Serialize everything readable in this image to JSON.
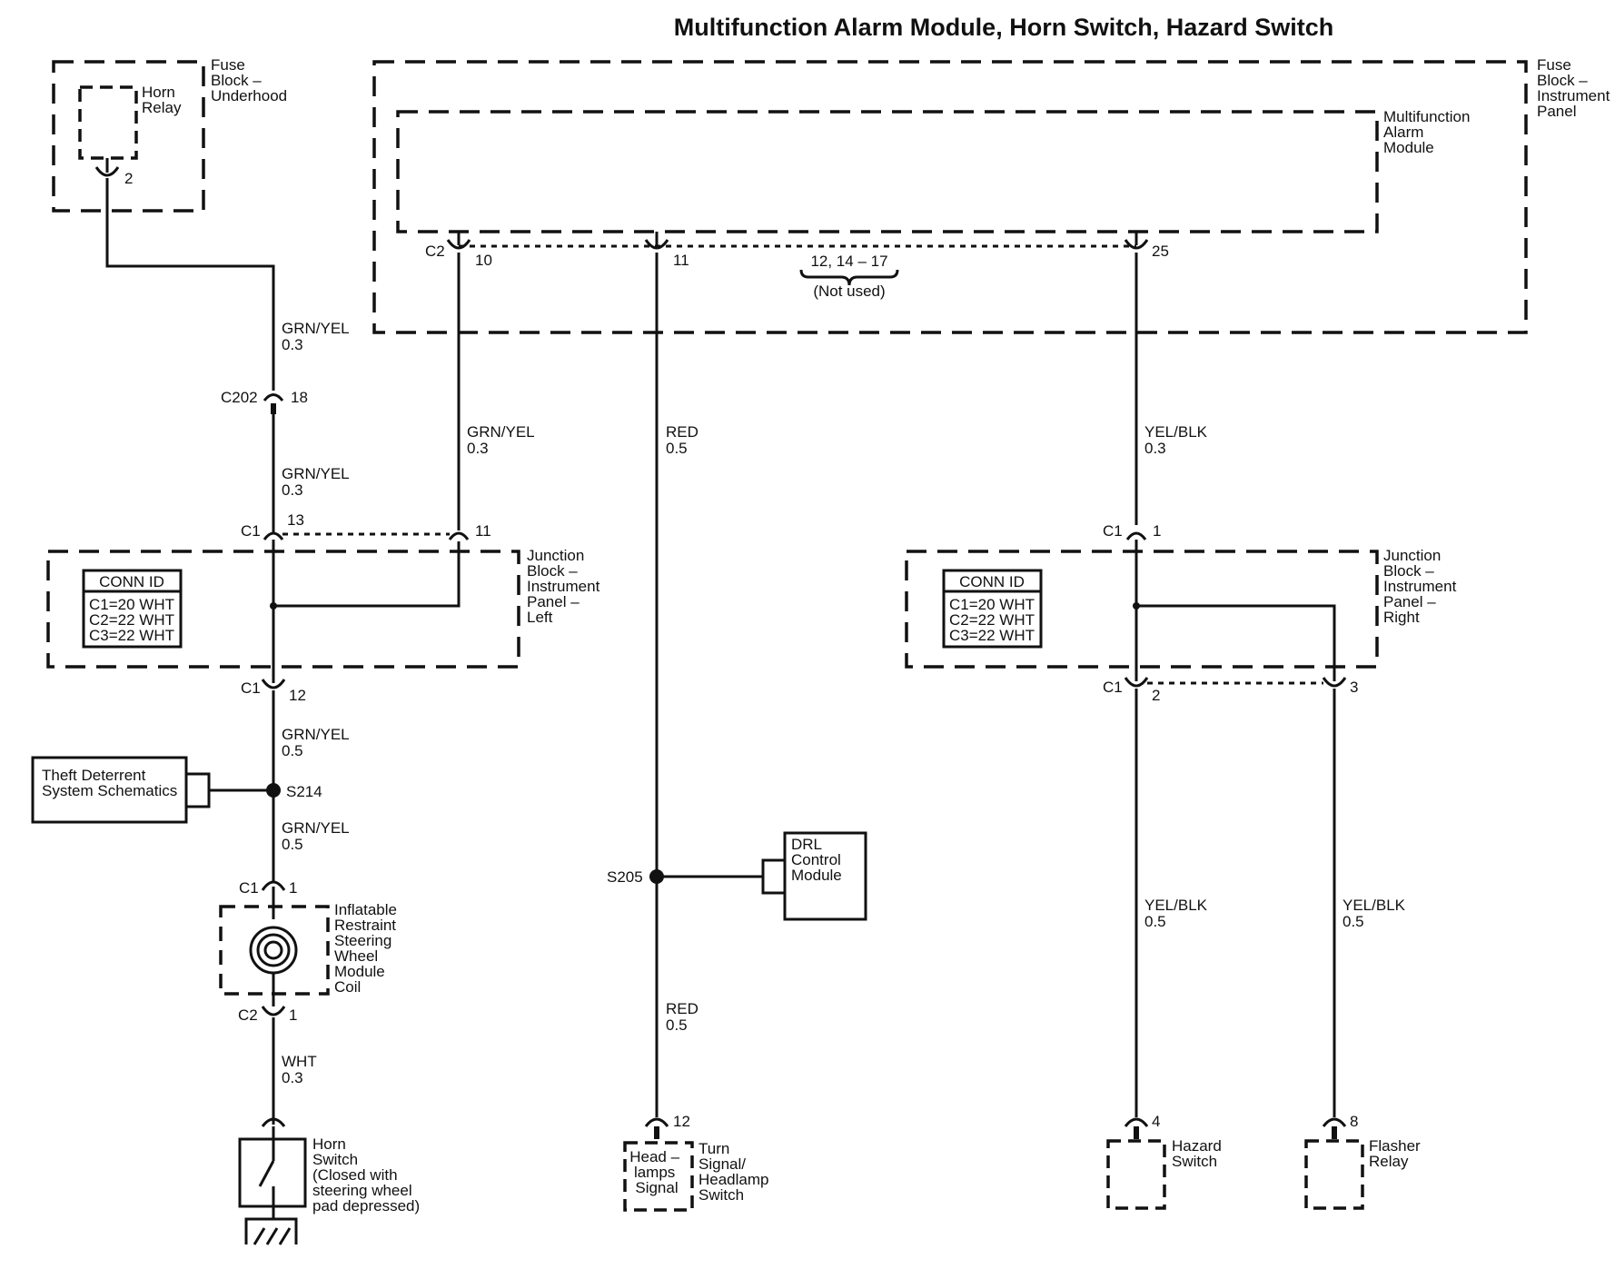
{
  "title": "Multifunction Alarm Module, Horn Switch, Hazard Switch",
  "components": {
    "fuse_block_underhood": [
      "Fuse",
      "Block –",
      "Underhood"
    ],
    "horn_relay": [
      "Horn",
      "Relay"
    ],
    "fuse_block_ip": [
      "Fuse",
      "Block –",
      "Instrument",
      "Panel"
    ],
    "mam": [
      "Multifunction",
      "Alarm",
      "Module"
    ],
    "jb_left": [
      "Junction",
      "Block –",
      "Instrument",
      "Panel –",
      "Left"
    ],
    "jb_right": [
      "Junction",
      "Block –",
      "Instrument",
      "Panel –",
      "Right"
    ],
    "conn_id_title": "CONN ID",
    "conn_id_rows": [
      "C1=20 WHT",
      "C2=22 WHT",
      "C3=22 WHT"
    ],
    "theft": [
      "Theft Deterrent",
      "System Schematics"
    ],
    "irswm": [
      "Inflatable",
      "Restraint",
      "Steering",
      "Wheel",
      "Module",
      "Coil"
    ],
    "horn_switch": [
      "Horn",
      "Switch",
      "(Closed with",
      "steering wheel",
      "pad depressed)"
    ],
    "drl": [
      "DRL",
      "Control",
      "Module"
    ],
    "head_signal": [
      "Head –",
      "lamps",
      "Signal"
    ],
    "turn_switch": [
      "Turn",
      "Signal/",
      "Headlamp",
      "Switch"
    ],
    "hazard_switch": [
      "Hazard",
      "Switch"
    ],
    "flasher_relay": [
      "Flasher",
      "Relay"
    ]
  },
  "wires": {
    "grn_yel": "GRN/YEL",
    "red": "RED",
    "yel_blk": "YEL/BLK",
    "wht": "WHT",
    "g03": "0.3",
    "g05": "0.5"
  },
  "connectors": {
    "c1": "C1",
    "c2": "C2",
    "c202": "C202",
    "s214": "S214",
    "s205": "S205",
    "not_used_pins": "12, 14 – 17",
    "not_used": "(Not used)"
  },
  "pins": {
    "p2": "2",
    "p10": "10",
    "p11": "11",
    "p25": "25",
    "p18": "18",
    "p13": "13",
    "p12": "12",
    "p1": "1",
    "p3": "3",
    "p4": "4",
    "p8": "8"
  }
}
